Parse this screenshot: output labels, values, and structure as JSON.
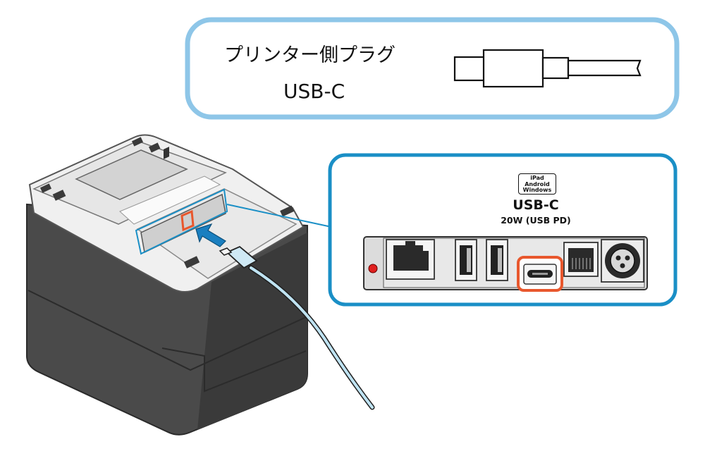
{
  "callout": {
    "title": "プリンター側プラグ",
    "subtitle": "USB-C"
  },
  "detail_panel": {
    "os_badge": [
      "iPad",
      "Android",
      "Windows"
    ],
    "port_name": "USB-C",
    "port_spec": "20W (USB PD)"
  },
  "colors": {
    "callout_border": "#8ec6e8",
    "detail_border": "#1a8fc6",
    "highlight": "#e8572d",
    "printer_body": "#4a4a4a",
    "printer_top": "#f2f2f2",
    "cable": "#bfe3f2",
    "arrow": "#1a7fc0",
    "power_dot": "#e0201f"
  },
  "icons": [
    "usb-c-plug-icon",
    "ethernet-port-icon",
    "usb-a-port-icon",
    "usb-c-port-icon",
    "rj11-port-icon",
    "power-jack-icon",
    "insert-arrow-icon"
  ]
}
